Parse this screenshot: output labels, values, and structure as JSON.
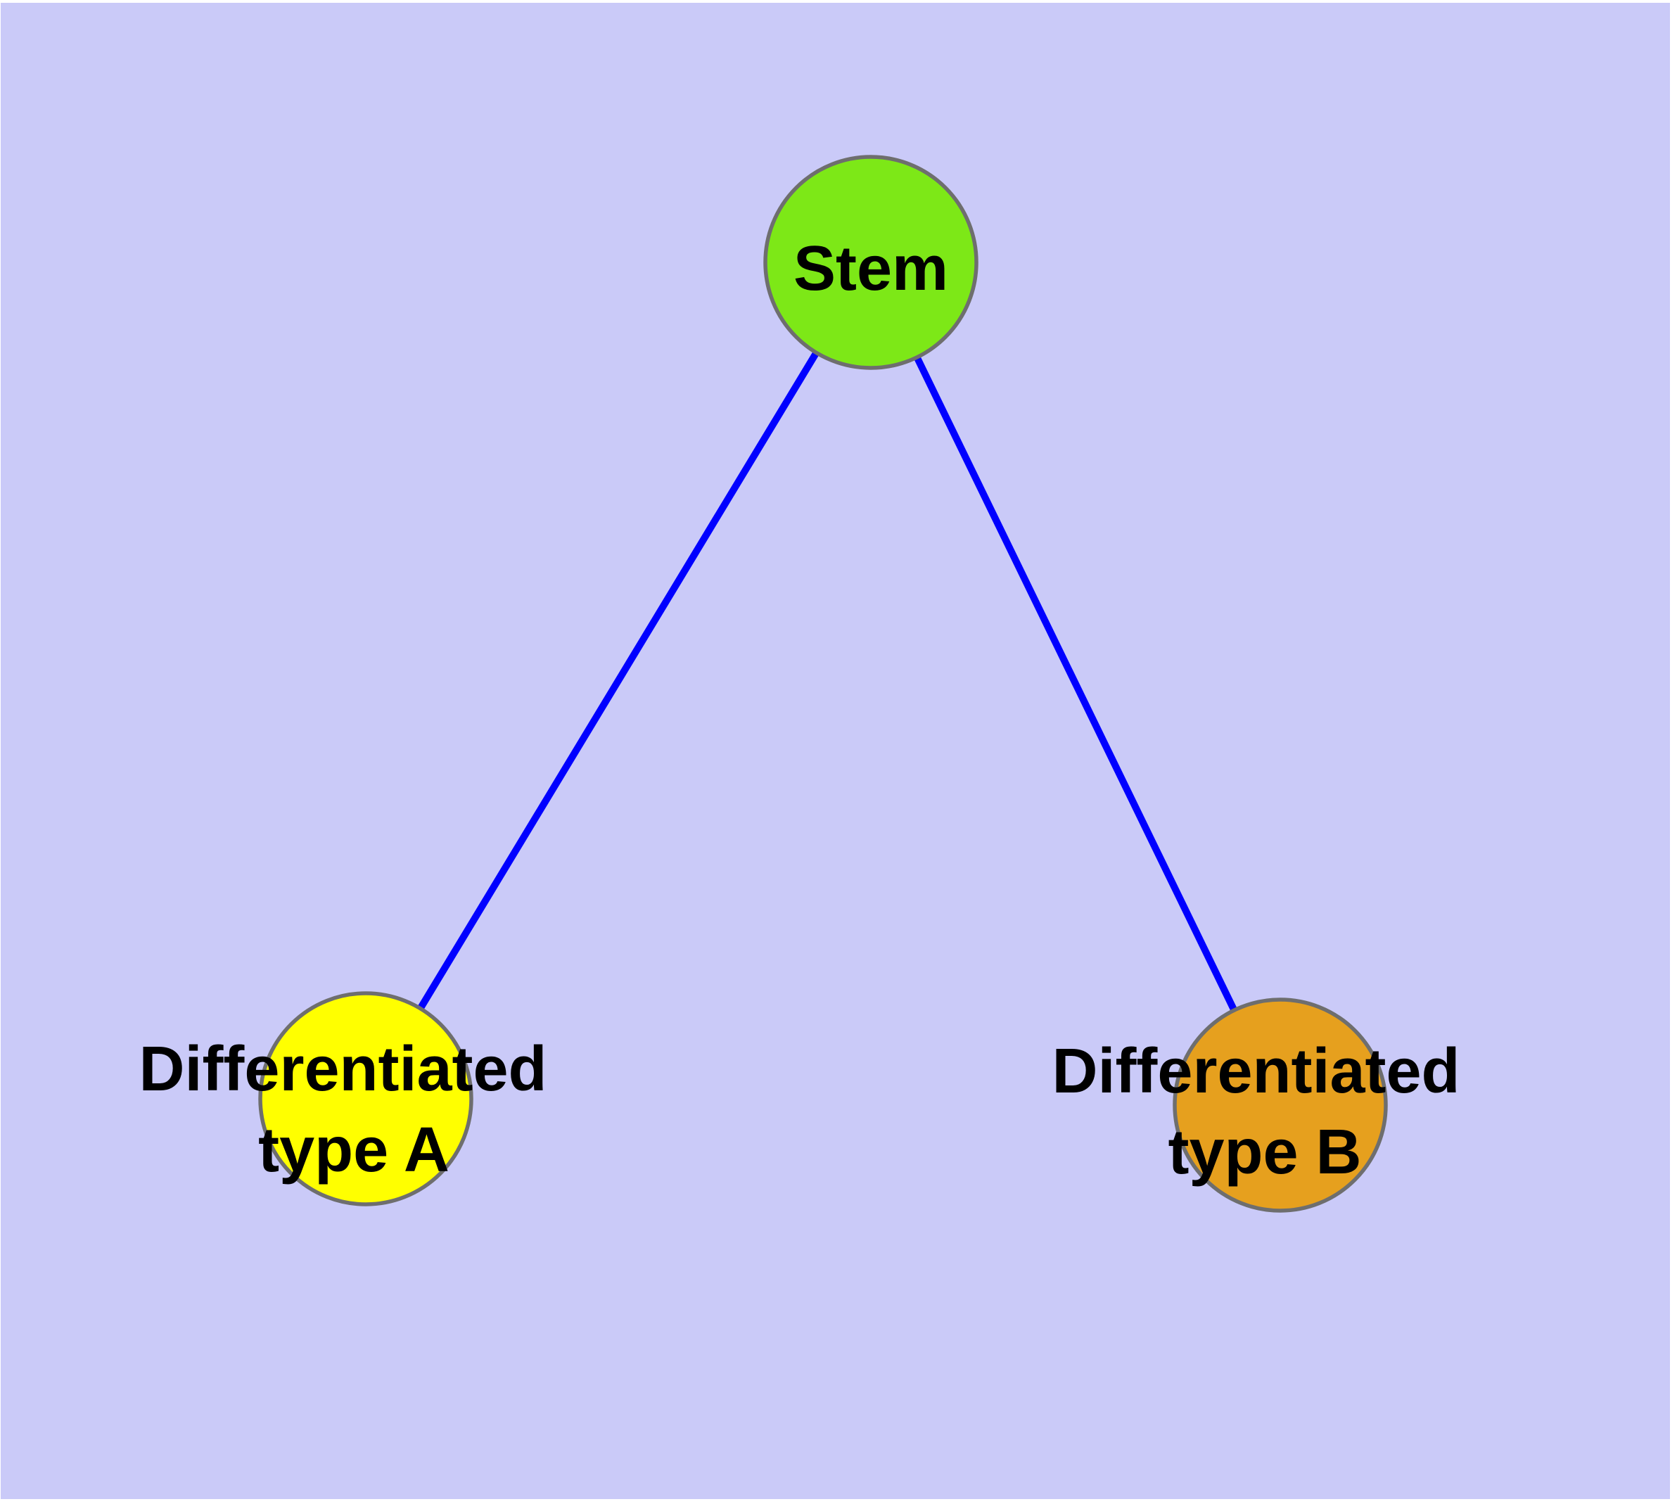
{
  "diagram": {
    "page_background": "#FFFFFF",
    "canvas_background": "#CACAF8",
    "node_border_color": "#6E6E6E",
    "edge_color": "#0000FF",
    "label_color": "#000000",
    "nodes": {
      "stem": {
        "label": "Stem",
        "fill": "#7DE817"
      },
      "type_a": {
        "label_line1": "Differentiated",
        "label_line2": "type A",
        "fill": "#FFFF00"
      },
      "type_b": {
        "label_line1": "Differentiated",
        "label_line2": "type B",
        "fill": "#E6A01E"
      }
    },
    "structure": {
      "edges": [
        {
          "from": "Stem",
          "to": "Differentiated type A"
        },
        {
          "from": "Stem",
          "to": "Differentiated type B"
        }
      ]
    }
  }
}
